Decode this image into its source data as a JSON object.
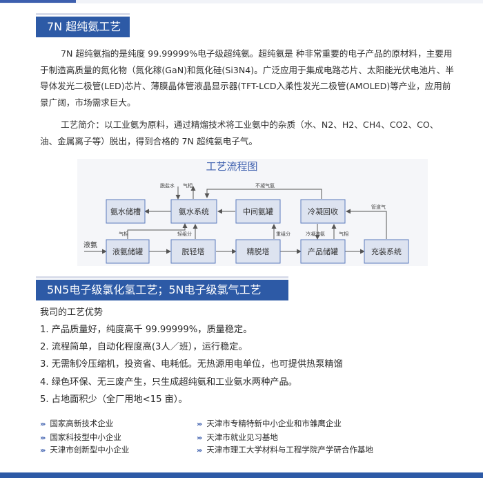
{
  "section1": {
    "title": "7N 超纯氨工艺",
    "paragraph1": "7N 超纯氨指的是纯度 99.99999%电子级超纯氨。超纯氨是 种非常重要的电子产品的原材料，主要用于制造高质量的氮化物（氮化稼(GaN)和氮化硅(Si3N4)。广泛应用于集成电路芯片、太阳能光伏电池片、半导体发光二极管(LED)芯片、薄膜晶体管液晶显示器(TFT-LCD入柔性发光二极管(AMOLED)等产业，应用前景广阔，市场需求巨大。",
    "paragraph2": "工艺简介：以工业氨为原料，通过精熘技术将工业氨中的杂质（水、N2、H2、CH4、CO2、CO、油、金属离子等）脱出，得到合格的 7N 超纯氨电子气。"
  },
  "flowchart": {
    "title": "工艺流程图",
    "boxes": {
      "ammonia_water_tank": "氨水储槽",
      "ammonia_water_system": "氨水系统",
      "intermediate_tank": "中间氨罐",
      "condensate_recovery": "冷凝回收",
      "liquid_ammonia_tank": "液氨储罐",
      "light_removal_tower": "脱轻塔",
      "fine_removal_tower": "精脱塔",
      "product_tank": "产品储罐",
      "filling_system": "充装系统"
    },
    "labels": {
      "salt_water": "脱盐水",
      "gas_phase": "气相",
      "noncondensable": "不凝气氨",
      "light_component": "轻组分",
      "heavy_component": "重组分",
      "cooling_liquid": "冷凝液氨",
      "pipe_gas": "管道气",
      "input": "液氨"
    }
  },
  "section2": {
    "title": "5N5电子级氯化氢工艺；5N电子级氯气工艺",
    "subtitle": "我司的工艺优势",
    "advantages": [
      "1. 产品质量好，纯度高千 99.99999%，质量稳定。",
      "2. 流程简单，自动化程度高(3人／班），运行稳定。",
      "3. 无需制冷压缩机，投资省、电耗低。无热源用电单位，也可提供热泵精馏",
      "4. 绿色环保、无三废产生，只生成超纯氨和工业氨水两种产品。",
      "5. 占地面积少（全厂用地<15 亩）。"
    ],
    "certs_left": [
      "国家高新技术企业",
      "国家科技型中小企业",
      "天津市创新型中小企业"
    ],
    "certs_right": [
      "天津市专精特新中小企业和市雏鹰企业",
      "天津市就业见习基地",
      "天津市理工大学材料与工程学院产学研合作基地"
    ]
  },
  "colors": {
    "accent": "#2d5aa6",
    "box_fill": "#dde3f0",
    "box_stroke": "#5b7bbd"
  }
}
